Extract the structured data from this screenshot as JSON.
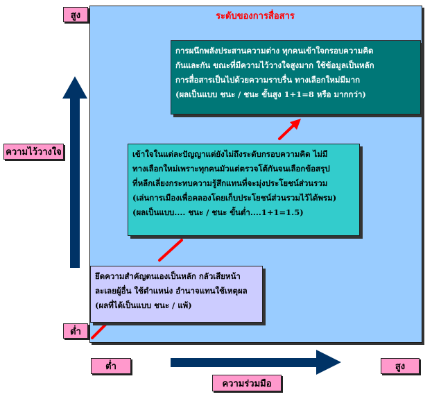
{
  "title": "ระดับของการสื่อสาร",
  "axes": {
    "y_label": "ความไว้วางใจ",
    "y_high": "สูง",
    "y_low": "ต่ำ",
    "x_label": "ความร่วมมือ",
    "x_low": "ต่ำ",
    "x_high": "สูง"
  },
  "levels": [
    {
      "lines": [
        "การผนึกพลังประสานความต่าง ทุกคนเข้าใจกรอบความคิด",
        "กันและกัน ขณะที่มีความไว้วางใจสูงมาก ใช้ข้อมูลเป็นหลัก",
        "การสื่อสารเป็นไปด้วยความราบรื่น ทางเลือกใหม่มีมาก",
        "(ผลเป็นแบบ ชนะ / ชนะ ขั้นสูง 1+1=8 หรือ มากกว่า)"
      ]
    },
    {
      "lines": [
        "เข้าใจในแต่ละปัญญาแต่ยังไม่ถึงระดับกรอบความคิด ไม่มี",
        "ทางเลือกใหม่เพราะทุกคนมัวแต่ตรวจโต้กันจนเลือกข้อสรุป",
        "ที่หลีกเลี่ยงกระทบความรู้สึกแทนที่จะมุ่งประโยชน์ส่วนรวม",
        "(เล่นการเมืองเพื่อคลองโดยเก็บประโยชน์ส่วนรวมไว้ได้พรม)",
        "(ผลเป็นแบบ.... ชนะ / ชนะ ขั้นต่ำ....1+1=1.5)"
      ]
    },
    {
      "lines": [
        "ยึดความสำคัญตนเองเป็นหลัก กลัวเสียหน้า",
        "ละเลยผู้อื่น ใช้ตำแหน่ง อำนาจแทนใช้เหตุผล",
        "(ผลที่ได้เป็นแบบ ชนะ / แพ้)"
      ]
    }
  ],
  "colors": {
    "panel": "#99ccff",
    "top_box": "#007777",
    "mid_box": "#33cccc",
    "low_box": "#ccccff",
    "arrow_dark": "#003366",
    "arrow_red": "#ff0000",
    "tag": "#ff99cc",
    "title": "#ff0000"
  }
}
